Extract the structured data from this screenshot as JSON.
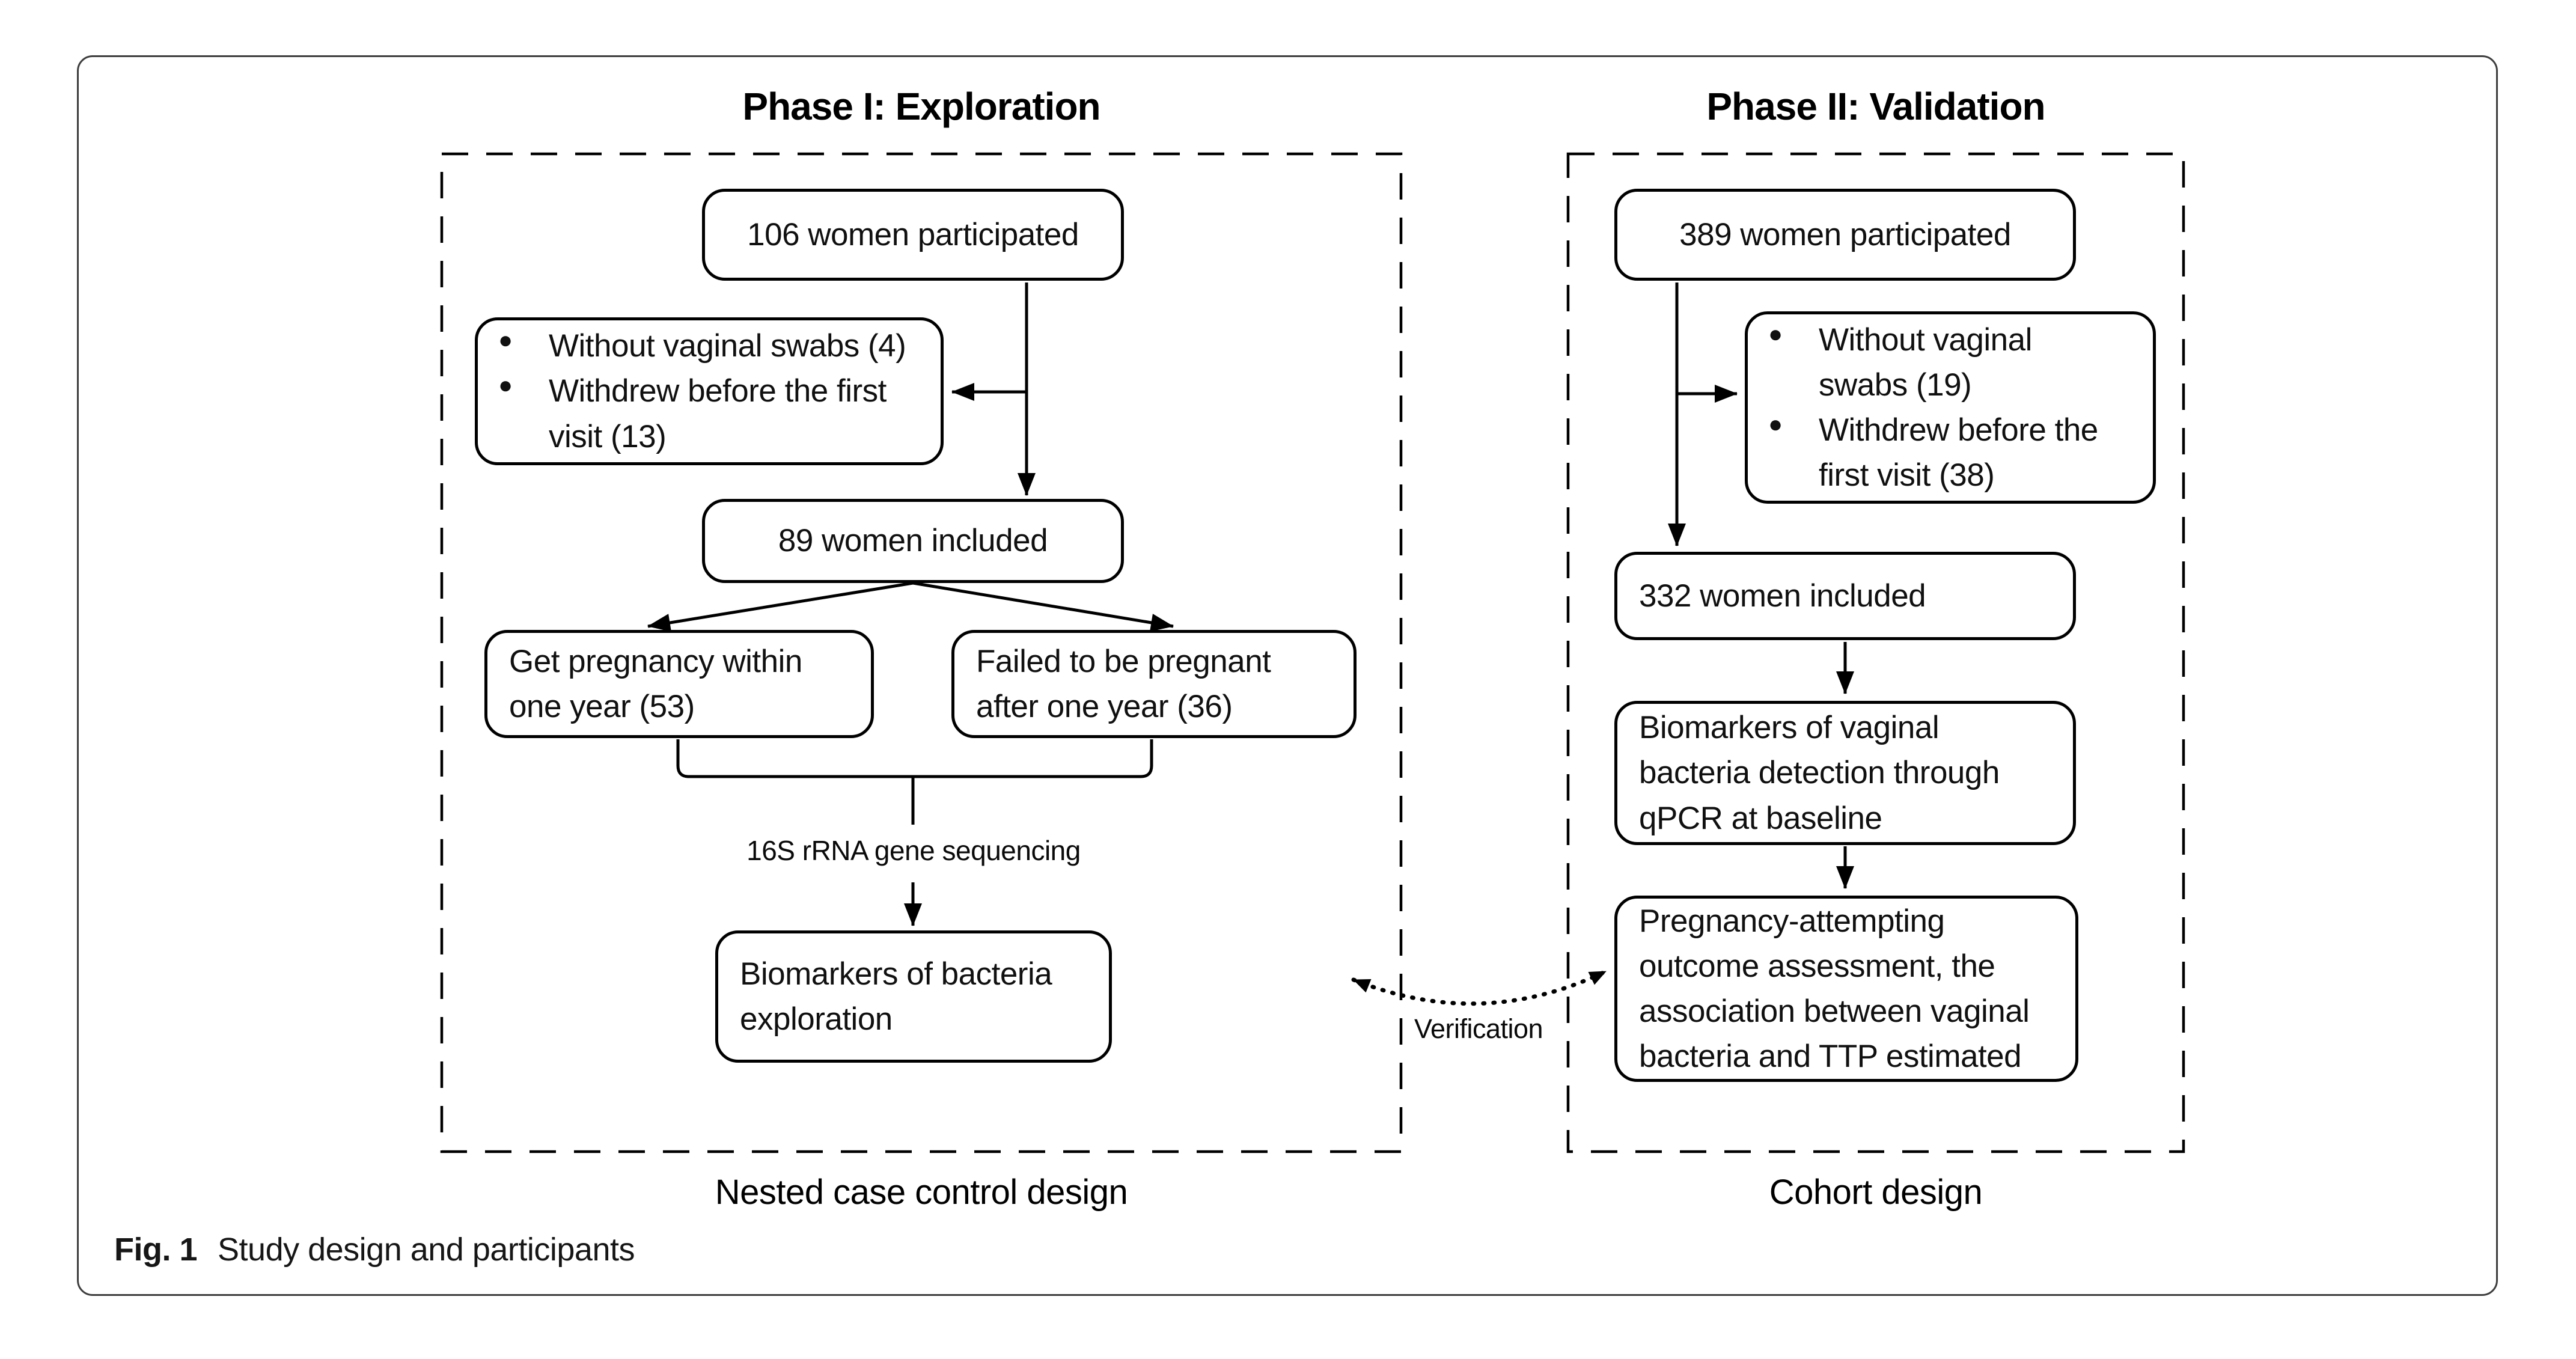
{
  "figure": {
    "caption_label": "Fig. 1",
    "caption_text": "Study design and participants"
  },
  "ui": {
    "bullet_glyph": "●"
  },
  "phase1": {
    "title": "Phase I: Exploration",
    "design_label": "Nested case control design",
    "flow_label": "16S rRNA gene sequencing",
    "boxes": {
      "participated": "106 women participated",
      "included": "89 women included",
      "pregnant": "Get pregnancy within\none year (53)",
      "not_pregnant": "Failed to be pregnant\nafter one year (36)",
      "biomarkers": "Biomarkers of bacteria\nexploration"
    },
    "exclusion": {
      "items": [
        "Without vaginal swabs (4)",
        "Withdrew before the first\nvisit (13)"
      ]
    }
  },
  "phase2": {
    "title": "Phase II: Validation",
    "design_label": "Cohort design",
    "boxes": {
      "participated": "389 women participated",
      "included": "332 women included",
      "qpcr": "Biomarkers of vaginal\nbacteria detection through\nqPCR at baseline",
      "outcome": "Pregnancy-attempting\noutcome assessment, the\nassociation between vaginal\nbacteria and TTP estimated"
    },
    "exclusion": {
      "items": [
        "Without vaginal\nswabs (19)",
        "Withdrew before the\nfirst visit (38)"
      ]
    }
  },
  "connectors": {
    "verification_label": "Verification"
  },
  "colors": {
    "line": "#000000",
    "frame_border": "#3d3d3d",
    "text": "#101010"
  }
}
